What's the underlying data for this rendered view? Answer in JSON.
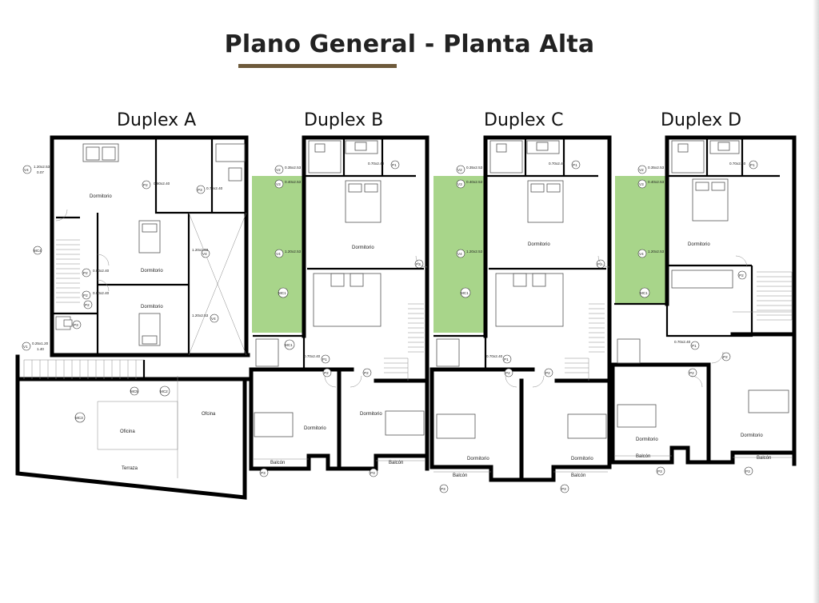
{
  "title": "Plano General - Planta Alta",
  "units": [
    "Duplex A",
    "Duplex B",
    "Duplex C",
    "Duplex D"
  ],
  "colors": {
    "accent_underline": "#6e5a3b",
    "terrace_green": "#a8d58a",
    "walls": "#000000"
  },
  "rooms": {
    "dormitorio": "Dormitorio",
    "oficina": "Oficina",
    "oficina_alt": "Ofcina",
    "terraza": "Terraza",
    "balcon": "Balcón"
  },
  "tags": {
    "v1": "V1",
    "v2": "V2",
    "v3": "V3",
    "v4": "V4",
    "p1": "P1",
    "p2": "P2",
    "p3": "P3",
    "mc1": "MC1",
    "mc2": "MC2",
    "mc3": "MC3",
    "mc4": "MC4",
    "mc5": "MC5"
  },
  "dims": {
    "d1": "0.70x2.40",
    "d2": "0.80x2.40",
    "d3": "0.70x2.40",
    "d4": "0.35x2.53",
    "d5": "1.20x2.53",
    "d6": "1.20x2.53",
    "d7": "0.25x1.20",
    "sill_a": "0.07",
    "sill_b": "1.40",
    "w1": "0.40x2.53",
    "w2": "1.20x2.53",
    "w3": "0.35x2.53",
    "w4": "0.70x2.40",
    "w5": "1.00x2.40",
    "w6": "0.80x2.40"
  }
}
